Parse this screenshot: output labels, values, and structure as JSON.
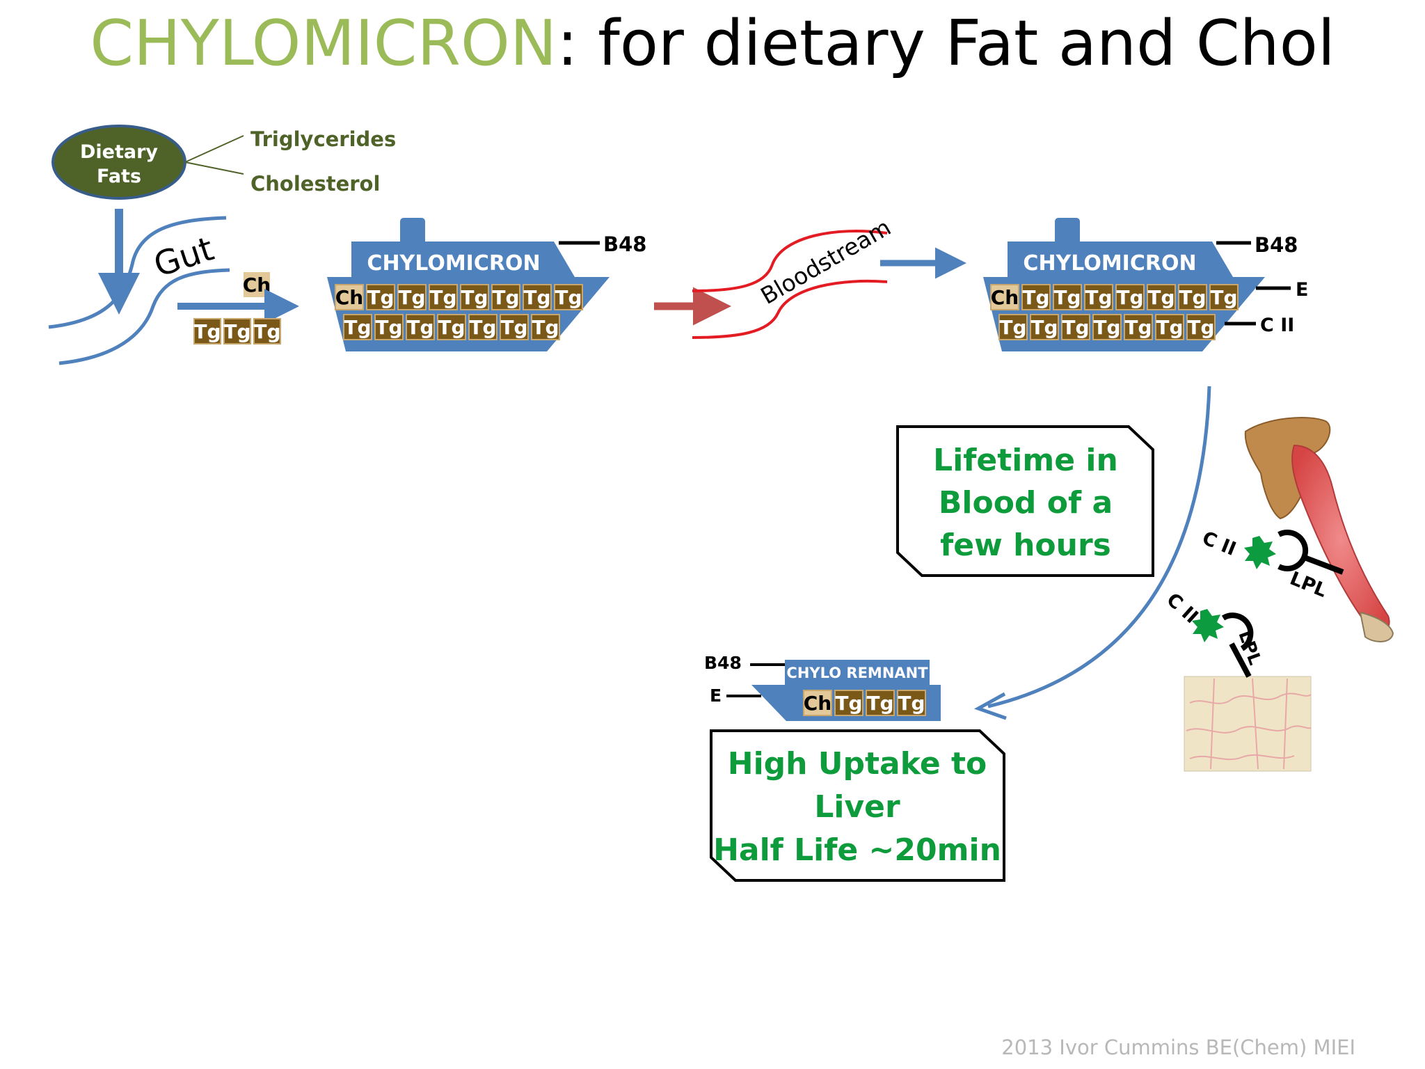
{
  "title": {
    "accent": "CHYLOMICRON",
    "rest": ": for dietary Fat and Chol"
  },
  "dietary": {
    "oval_line1": "Dietary",
    "oval_line2": "Fats",
    "branch1": "Triglycerides",
    "branch2": "Cholesterol"
  },
  "gut_label": "Gut",
  "ch": "Ch",
  "tg": "Tg",
  "bloodstream_label": "Bloodstream",
  "ship1": {
    "name": "CHYLOMICRON",
    "apo": "B48"
  },
  "ship2": {
    "name": "CHYLOMICRON",
    "apo_top": "B48",
    "apo_mid": "E",
    "apo_bot": "C II"
  },
  "remnant": {
    "name": "CHYLO REMNANT",
    "apo_top": "B48",
    "apo_mid": "E"
  },
  "lifetime_box": {
    "line1": "Lifetime in",
    "line2": "Blood of a",
    "line3": "few hours"
  },
  "uptake_box": {
    "line1": "High Uptake to",
    "line2": "Liver",
    "line3": "Half Life ~20min"
  },
  "receptor1": {
    "apo": "C II",
    "enzyme": "LPL"
  },
  "receptor2": {
    "apo": "C II",
    "enzyme": "LPL"
  },
  "footer": "2013 Ivor Cummins BE(Chem) MIEI",
  "colors": {
    "title_accent": "#9bbb59",
    "ship_blue": "#4f81bd",
    "cargo_brown": "#7a5818",
    "ch_tan": "#e3c89a",
    "oval_green": "#4f6228",
    "box_text_green": "#0e9b3c",
    "blood_red": "#e31b23"
  }
}
